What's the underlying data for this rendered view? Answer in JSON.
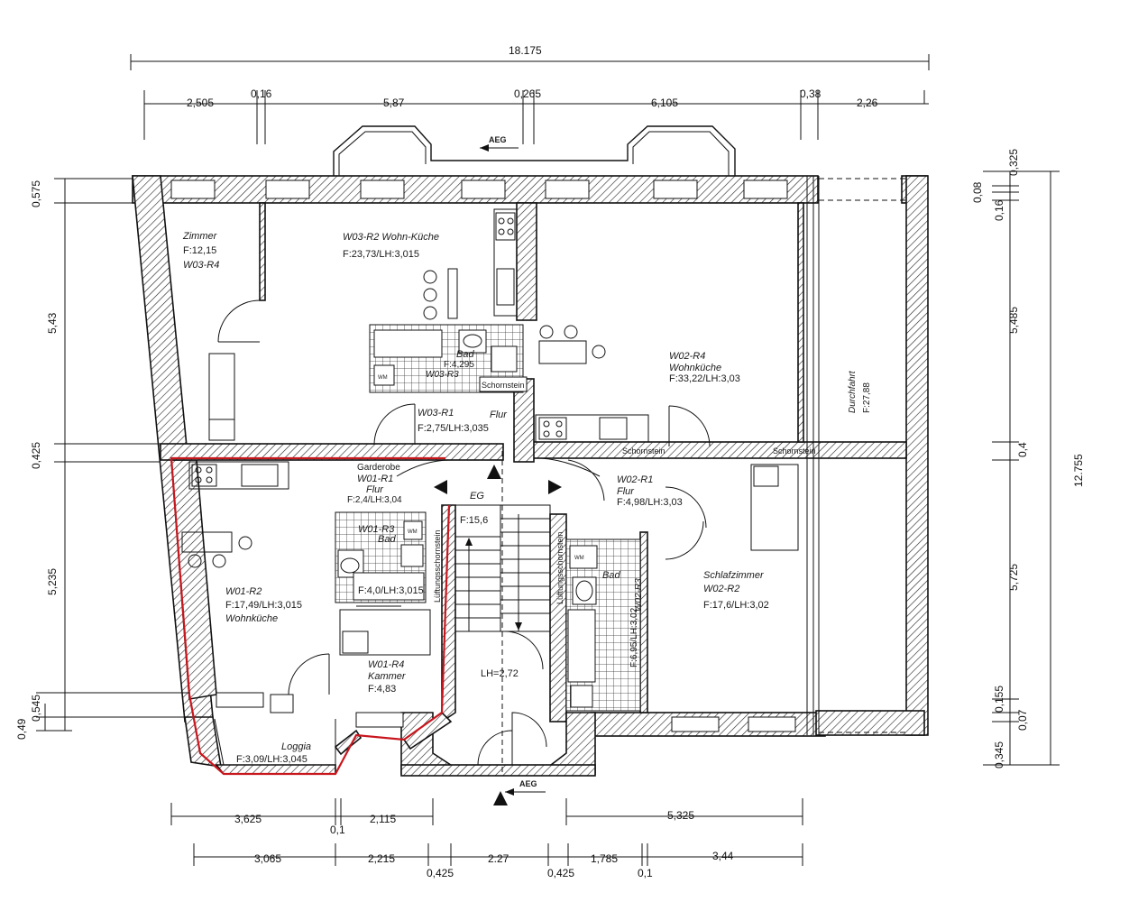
{
  "drawing": {
    "rooms": {
      "zimmer": {
        "name": "Zimmer",
        "area": "F:12,15",
        "code": "W03-R4"
      },
      "w03r2": {
        "name": "W03-R2  Wohn-Küche",
        "area": "F:23,73/LH:3,015"
      },
      "w03r3": {
        "name": "Bad",
        "area": "F:4,295",
        "code": "W03-R3"
      },
      "w03r1": {
        "name": "W03-R1",
        "area": "F:2,75/LH:3,035",
        "extra": "Flur"
      },
      "w02r4": {
        "name": "W02-R4",
        "sub": "Wohnküche",
        "area": "F:33,22/LH:3,03"
      },
      "durchfahrt": {
        "name": "Durchfahrt",
        "area": "F:27,88"
      },
      "w01r1": {
        "top": "Garderobe",
        "name": "W01-R1",
        "sub": "Flur",
        "area": "F:2,4/LH:3,04"
      },
      "eg": {
        "name": "EG",
        "area": "F:15,6",
        "lh": "LH=2,72"
      },
      "w02r1": {
        "name": "W02-R1",
        "sub": "Flur",
        "area": "F:4,98/LH:3,03"
      },
      "w01r3": {
        "name": "W01-R3",
        "sub": "Bad",
        "area": "F:4,0/LH:3,015"
      },
      "w01r2": {
        "name": "W01-R2",
        "area": "F:17,49/LH:3,015",
        "sub": "Wohnküche"
      },
      "w01r4": {
        "name": "W01-R4",
        "sub": "Kammer",
        "area": "F:4,83"
      },
      "loggia": {
        "name": "Loggia",
        "area": "F:3,09/LH:3,045"
      },
      "w02r3": {
        "name": "Bad",
        "code": "W02-R3",
        "area": "F:6,95/LH:3,02"
      },
      "schlaf": {
        "name": "Schlafzimmer",
        "code": "W02-R2",
        "area": "F:17,6/LH:3,02"
      }
    },
    "labels": {
      "schornstein_1": "Schornstein",
      "schornstein_2": "Schornstein",
      "schornstein_3": "Schornstein",
      "lueftung_1": "Lüftungsschornstein",
      "lueftung_2": "Lüftungsschornstein",
      "aeg_top": "AEG",
      "aeg_bottom": "AEG",
      "wm_1": "WM",
      "wm_2": "WM",
      "wm_3": "WM"
    },
    "dimensions": {
      "top_total": "18.175",
      "top": [
        "2,505",
        "0,16",
        "5,87",
        "0,265",
        "6,105",
        "0,38",
        "2,26"
      ],
      "left": [
        "0,575",
        "5,43",
        "0,425",
        "5,235",
        "0,545",
        "0,49"
      ],
      "right_total": "12.755",
      "right": [
        "0,325",
        "0,08",
        "0,16",
        "5,485",
        "0,4",
        "5,725",
        "0,155",
        "0,07",
        "0,345"
      ],
      "bottom1": [
        "3,625",
        "0,1",
        "2,115",
        "5,325"
      ],
      "bottom2": [
        "3,065",
        "2,215",
        "0,425",
        "2.27",
        "0,425",
        "1,785",
        "0,1",
        "3,44"
      ]
    }
  }
}
